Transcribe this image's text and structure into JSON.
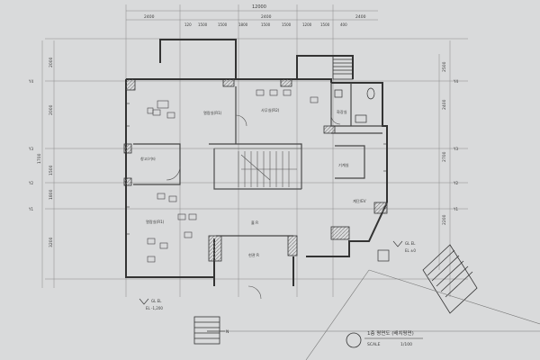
{
  "drawing": {
    "title": "1층 평면도 (배치평면)",
    "scale_label": "SCALE",
    "scale_value": "1/100",
    "north_label": "N"
  },
  "dimensions": {
    "top_overall": "12000",
    "top_segments": [
      "2400",
      "2400",
      "2400"
    ],
    "top_sub": [
      "120",
      "1500",
      "1500",
      "1800",
      "1500",
      "1500",
      "1200",
      "1500",
      "400"
    ],
    "left": [
      "2000",
      "2000",
      "1700",
      "1500",
      "1800",
      "3200"
    ],
    "right": [
      "2500",
      "2400",
      "2700",
      "2200"
    ]
  },
  "grid": {
    "rows_left": [
      "Y4",
      "Y3",
      "Y2",
      "Y1"
    ],
    "rows_right": [
      "Y4",
      "Y3",
      "Y2",
      "Y1"
    ]
  },
  "rooms": [
    {
      "id": "dining",
      "label": "열람실(R1)"
    },
    {
      "id": "office",
      "label": "사무실(R2)"
    },
    {
      "id": "storage",
      "label": "창고/기타"
    },
    {
      "id": "reading",
      "label": "열람실(R1)"
    },
    {
      "id": "hall",
      "label": "홀 R"
    },
    {
      "id": "lobby",
      "label": "현관 R"
    },
    {
      "id": "wc",
      "label": "화장실"
    },
    {
      "id": "machine",
      "label": "기계실"
    },
    {
      "id": "ev",
      "label": "계단/EV"
    }
  ],
  "levels": [
    {
      "id": "level-left",
      "label": "GL EL",
      "value": "EL -1,200"
    },
    {
      "id": "level-right",
      "label": "GL EL",
      "value": "EL ±0"
    }
  ]
}
